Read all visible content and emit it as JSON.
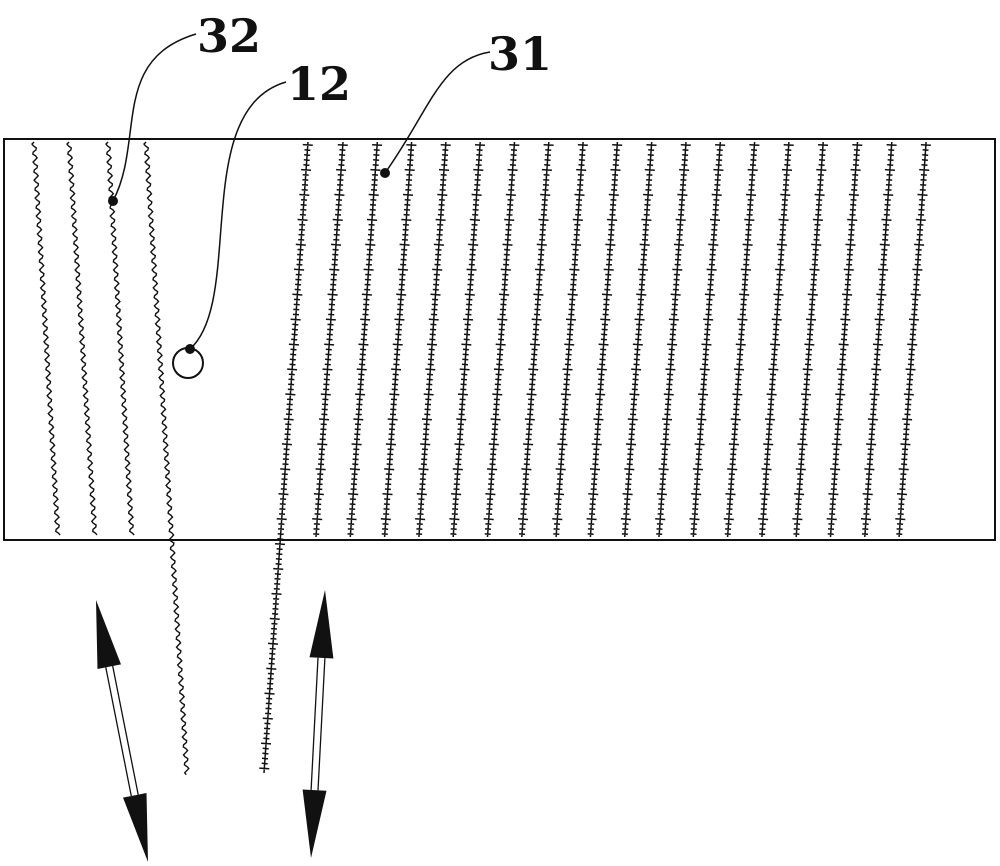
{
  "labels": {
    "wavy_lines": "32",
    "hole": "12",
    "barbed_lines": "31"
  },
  "colors": {
    "ink": "#111111",
    "background": "#ffffff"
  },
  "icons": {
    "arrows": "double-headed-arrow"
  }
}
